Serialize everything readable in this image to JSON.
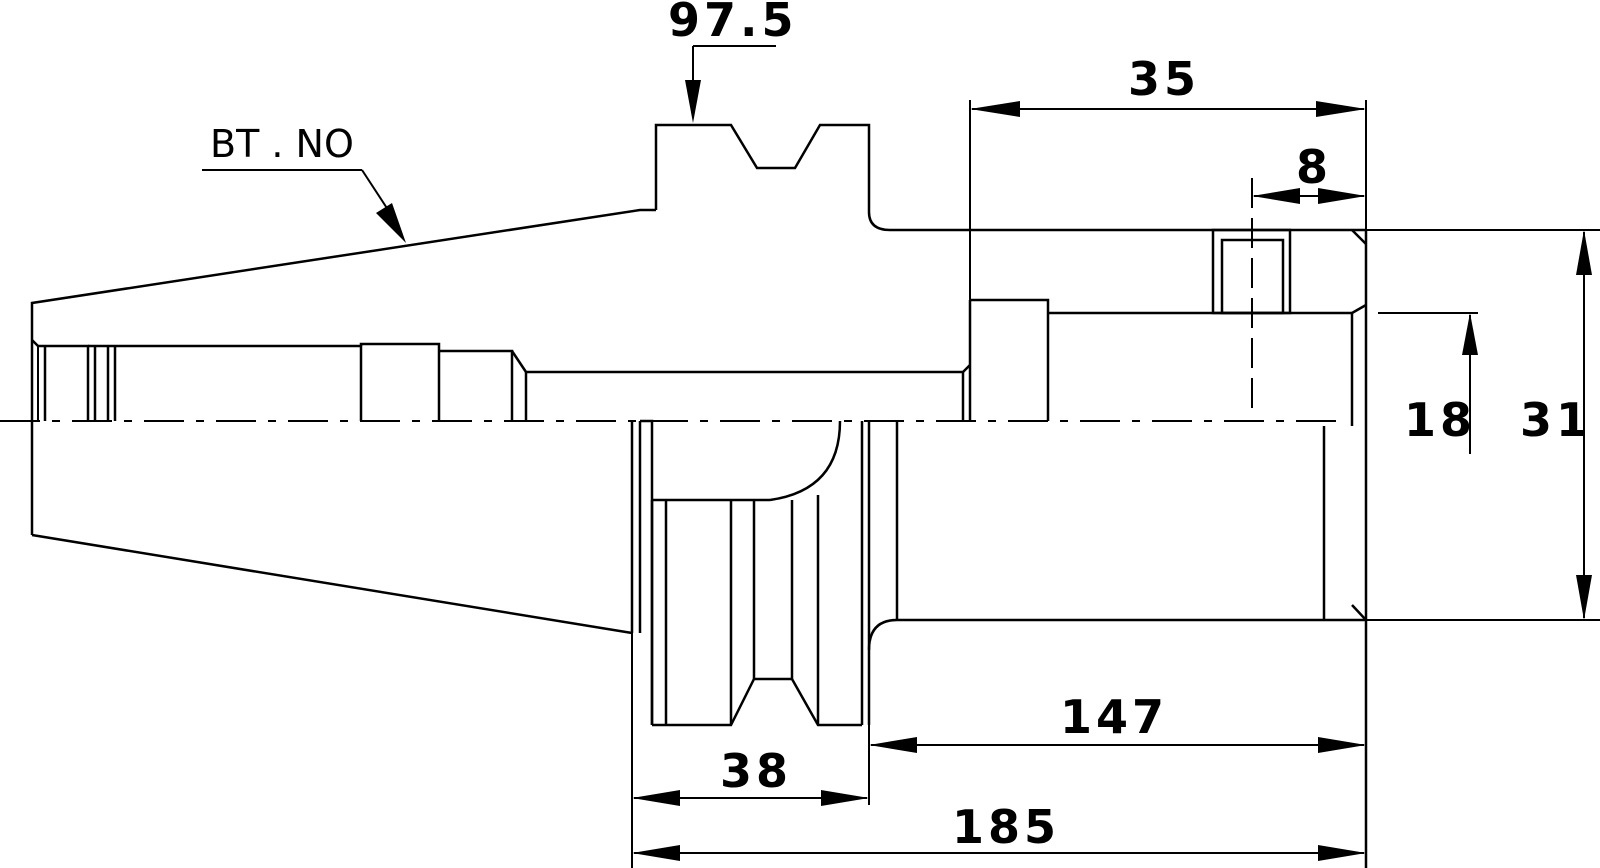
{
  "drawing": {
    "label": "BT . NO",
    "dimensions": {
      "gauge_length": "97.5",
      "bore_depth": "35",
      "screw_offset": "8",
      "bore_radius": "18",
      "body_diameter": "31",
      "projection": "147",
      "flange_length": "38",
      "overall_length": "185"
    }
  }
}
